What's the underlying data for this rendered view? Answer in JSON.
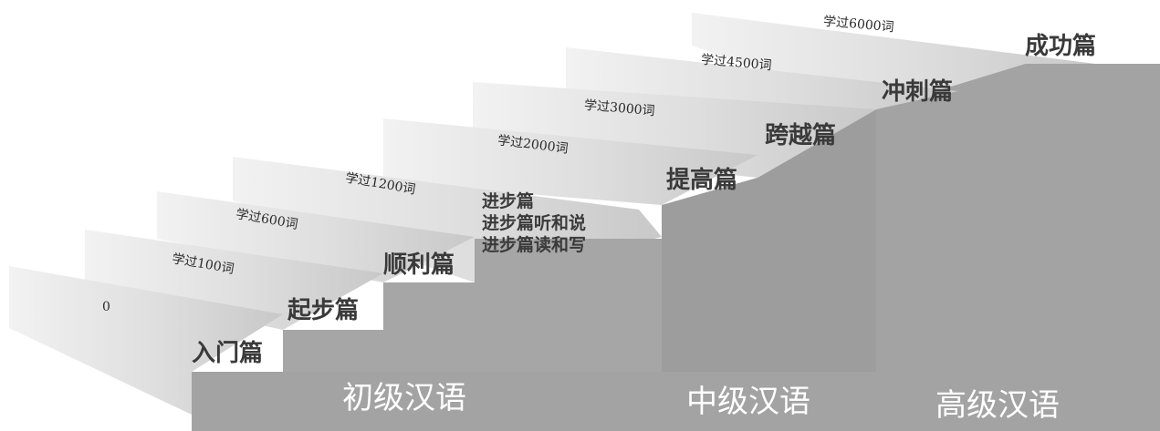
{
  "steps": [
    {
      "count": "0",
      "level": "入门篇"
    },
    {
      "count": "学过100词",
      "level": "起步篇"
    },
    {
      "count": "学过600词",
      "level": "顺利篇"
    },
    {
      "count": "学过1200词",
      "level": "进步篇"
    },
    {
      "count": "学过2000词",
      "level": "提高篇"
    },
    {
      "count": "学过3000词",
      "level": "跨越篇"
    },
    {
      "count": "学过4500词",
      "level": "冲刺篇"
    },
    {
      "count": "学过6000词",
      "level": "成功篇"
    }
  ],
  "sublevels": [
    "进步篇听和说",
    "进步篇读和写"
  ],
  "stages": [
    "初级汉语",
    "中级汉语",
    "高级汉语"
  ],
  "colors": {
    "tread": "#d8d8d8",
    "tread_light": "#eeeeee",
    "riser": "#a3a3a3",
    "riser_dark": "#9a9a9a",
    "stage_text": "#ffffff",
    "label_text": "#3a3a3a"
  }
}
